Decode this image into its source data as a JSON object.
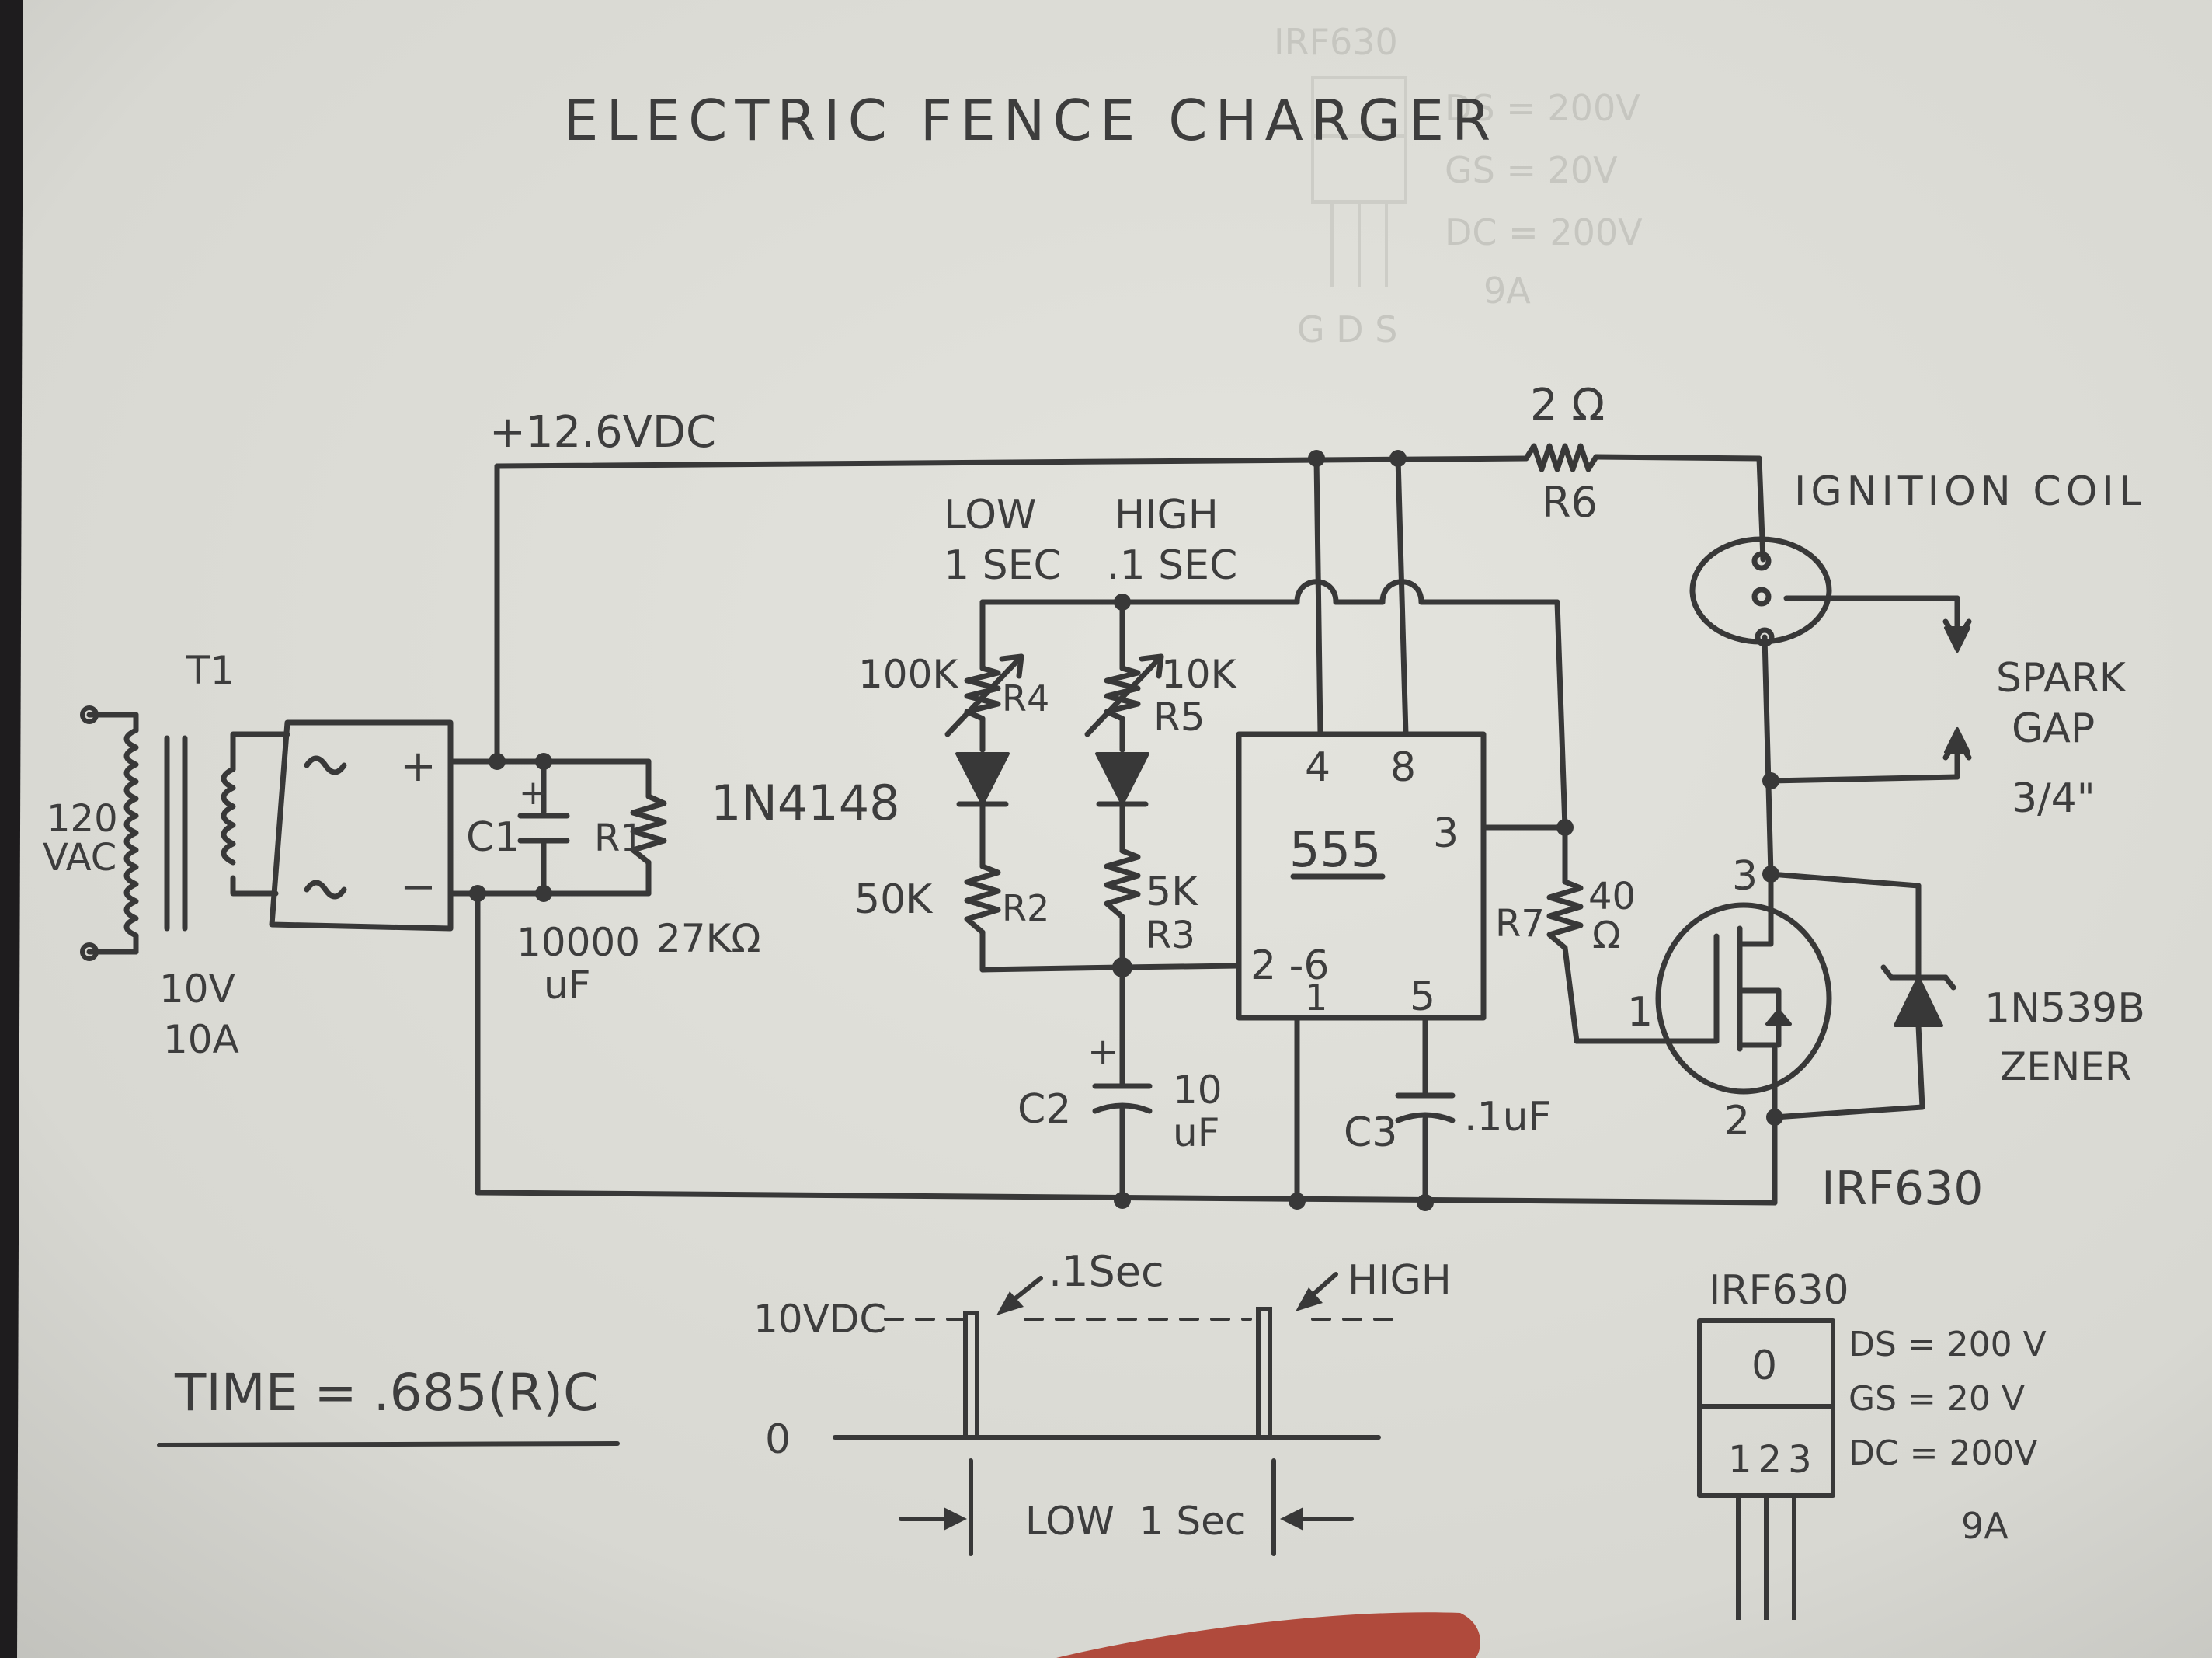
{
  "title": "ELECTRIC FENCE CHARGER",
  "ghost_lines": [
    "IRF630",
    "DS = 200V",
    "GS = 20V",
    "DC = 200V",
    "9A",
    "G D S"
  ],
  "labels": {
    "supply": "+12.6VDC",
    "r6_value": "2 Ω",
    "r6": "R6",
    "ignition_coil": "IGNITION COIL",
    "spark_gap": "SPARK",
    "spark_gap_2": "GAP",
    "spark_gap_3": "3/4\"",
    "low": "LOW",
    "low_time": "1 SEC",
    "high": "HIGH",
    "high_time": ".1 SEC",
    "r4_value": "100K",
    "r4": "R4",
    "r5_value": "10K",
    "r5": "R5",
    "diode": "1N4148",
    "r2_value": "50K",
    "r2": "R2",
    "r3_value": "5K",
    "r3": "R3",
    "c2": "C2",
    "c2_value": "10",
    "c2_unit": "uF",
    "c3": "C3",
    "c3_value": ".1uF",
    "t1": "T1",
    "input_v": "120",
    "input_v2": "VAC",
    "sec_v": "10V",
    "sec_a": "10A",
    "c1": "C1",
    "r1": "R1",
    "c1_value": "10000",
    "c1_unit": "uF",
    "r1_value": "27KΩ",
    "ic": "555",
    "pin4": "4",
    "pin8": "8",
    "pin3": "3",
    "pin26": "2 -6",
    "pin1": "1",
    "pin5": "5",
    "r7": "R7",
    "r7_value": "40",
    "r7_unit": "Ω",
    "fet_gate": "1",
    "fet_drain": "3",
    "fet_source": "2",
    "zener": "1N539B",
    "zener_2": "ZENER",
    "fet": "IRF630",
    "plus": "+",
    "minus": "−",
    "c1_plus": "+",
    "c2_plus": "+"
  },
  "timing": {
    "level": "10VDC",
    "zero": "0",
    "pulse": ".1Sec",
    "high": "HIGH",
    "low": "LOW  1 Sec"
  },
  "formula": "TIME = .685(R)C",
  "pinout": {
    "title": "IRF630",
    "pins": "123",
    "tab": "0",
    "ds": "DS = 200 V",
    "gs": "GS = 20 V",
    "dc": "DC = 200V",
    "amps": "9A"
  }
}
